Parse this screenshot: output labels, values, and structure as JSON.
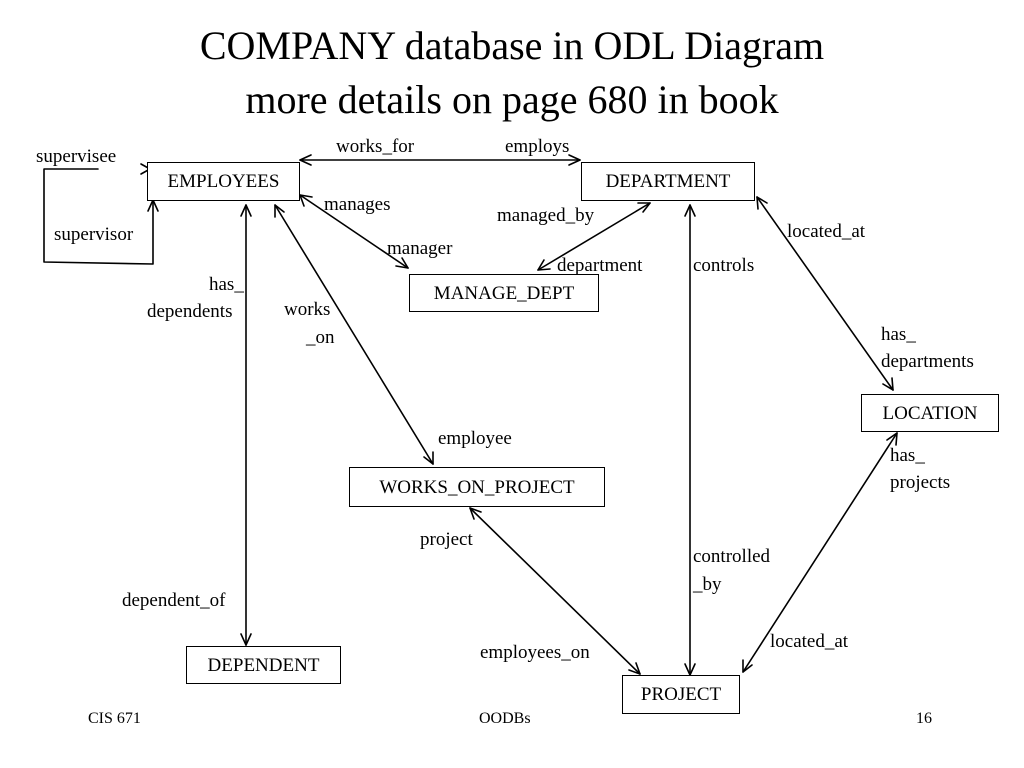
{
  "title": {
    "line1": "COMPANY database in ODL Diagram",
    "line2": "more details on page 680 in book"
  },
  "nodes": {
    "employees": "EMPLOYEES",
    "department": "DEPARTMENT",
    "manage_dept": "MANAGE_DEPT",
    "location": "LOCATION",
    "works_on_project": "WORKS_ON_PROJECT",
    "dependent": "DEPENDENT",
    "project": "PROJECT"
  },
  "edge_labels": {
    "supervisee": "supervisee",
    "supervisor": "supervisor",
    "works_for": "works_for",
    "employs": "employs",
    "manages": "manages",
    "managed_by": "managed_by",
    "manager": "manager",
    "department": "department",
    "controls": "controls",
    "located_at_dept": "located_at",
    "has_departments_1": "has_",
    "has_departments_2": "departments",
    "has_dependents_1": "has_",
    "has_dependents_2": "dependents",
    "works_on_1": "works",
    "works_on_2": "_on",
    "employee": "employee",
    "has_projects_1": "has_",
    "has_projects_2": "projects",
    "project": "project",
    "controlled_by_1": "controlled",
    "controlled_by_2": "_by",
    "dependent_of": "dependent_of",
    "employees_on": "employees_on",
    "located_at_proj": "located_at"
  },
  "footer": {
    "left": "CIS 671",
    "center": "OODBs",
    "right": "16"
  }
}
